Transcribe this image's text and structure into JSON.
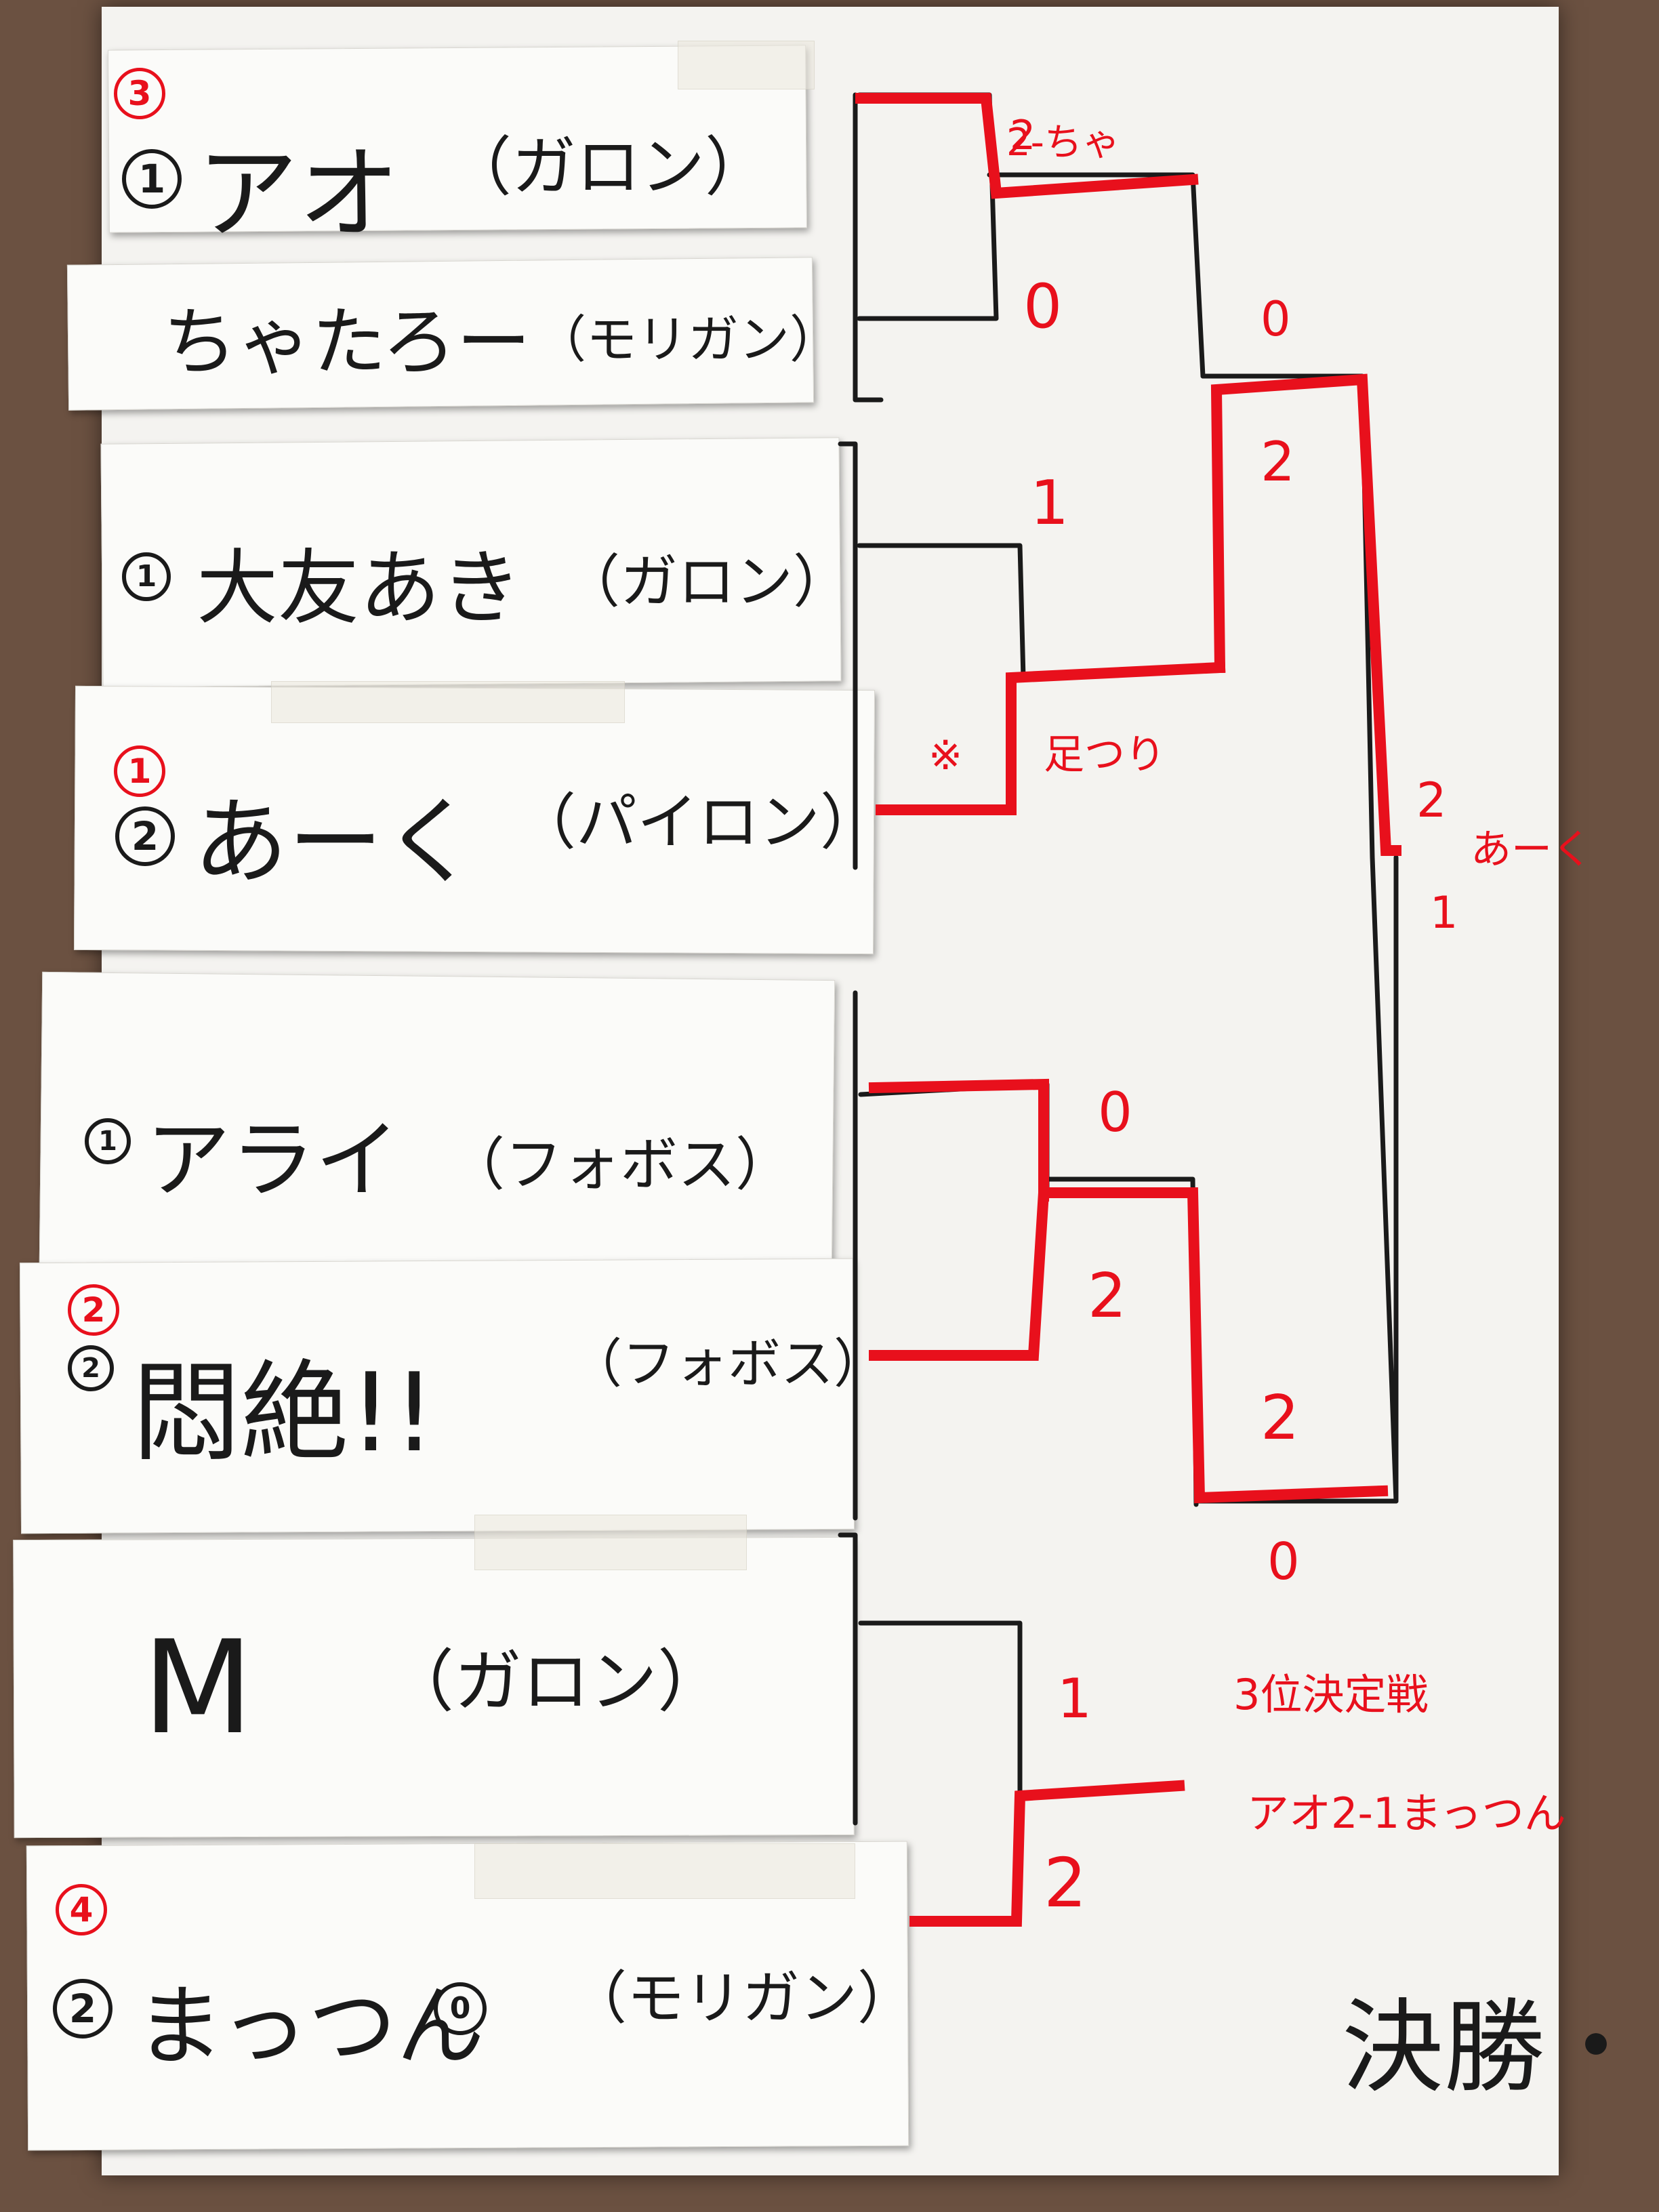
{
  "colors": {
    "table": "#6b5141",
    "paper": "#f4f3f0",
    "ink_black": "#1a1a1a",
    "ink_red": "#e8101c"
  },
  "players": [
    {
      "rank": "3",
      "seed": "1",
      "name": "アオ",
      "team": "（ガロン）"
    },
    {
      "rank": "",
      "seed": "",
      "name": "ちゃたろー",
      "team": "（モリガン）"
    },
    {
      "rank": "",
      "seed": "1",
      "name": "大友あき",
      "team": "（ガロン）"
    },
    {
      "rank": "1",
      "seed": "2",
      "name": "あーく",
      "team": "（パイロン）"
    },
    {
      "rank": "",
      "seed": "1",
      "name": "アライ",
      "team": "（フォボス）"
    },
    {
      "rank": "2",
      "seed": "2",
      "name": "悶絶!!",
      "team": "（フォボス）"
    },
    {
      "rank": "",
      "seed": "",
      "name": "M",
      "team": "（ガロン）"
    },
    {
      "rank": "4",
      "seed": "2",
      "name": "まっつん",
      "extra_mark": "0",
      "team": "（モリガン）"
    }
  ],
  "scores": {
    "r1_m1_top": "2",
    "r1_m1_bottom": "0",
    "r1_m2_top": "1",
    "r1_m2_bottom": "※",
    "r1_m3_top": "0",
    "r1_m3_bottom": "2",
    "r1_m4_top": "1",
    "r1_m4_bottom": "2",
    "sf1_top": "0",
    "sf1_bottom": "2",
    "sf2_top": "2",
    "sf2_bottom": "0",
    "final_top": "2",
    "final_bottom": "1"
  },
  "notes": {
    "r1_m1_note": "2-ちゃ",
    "r1_m2_note": "足つり",
    "champion": "あーく",
    "third_place_label": "3位決定戦",
    "third_place_result": "アオ2-1まっつん",
    "final_label": "決勝・"
  }
}
